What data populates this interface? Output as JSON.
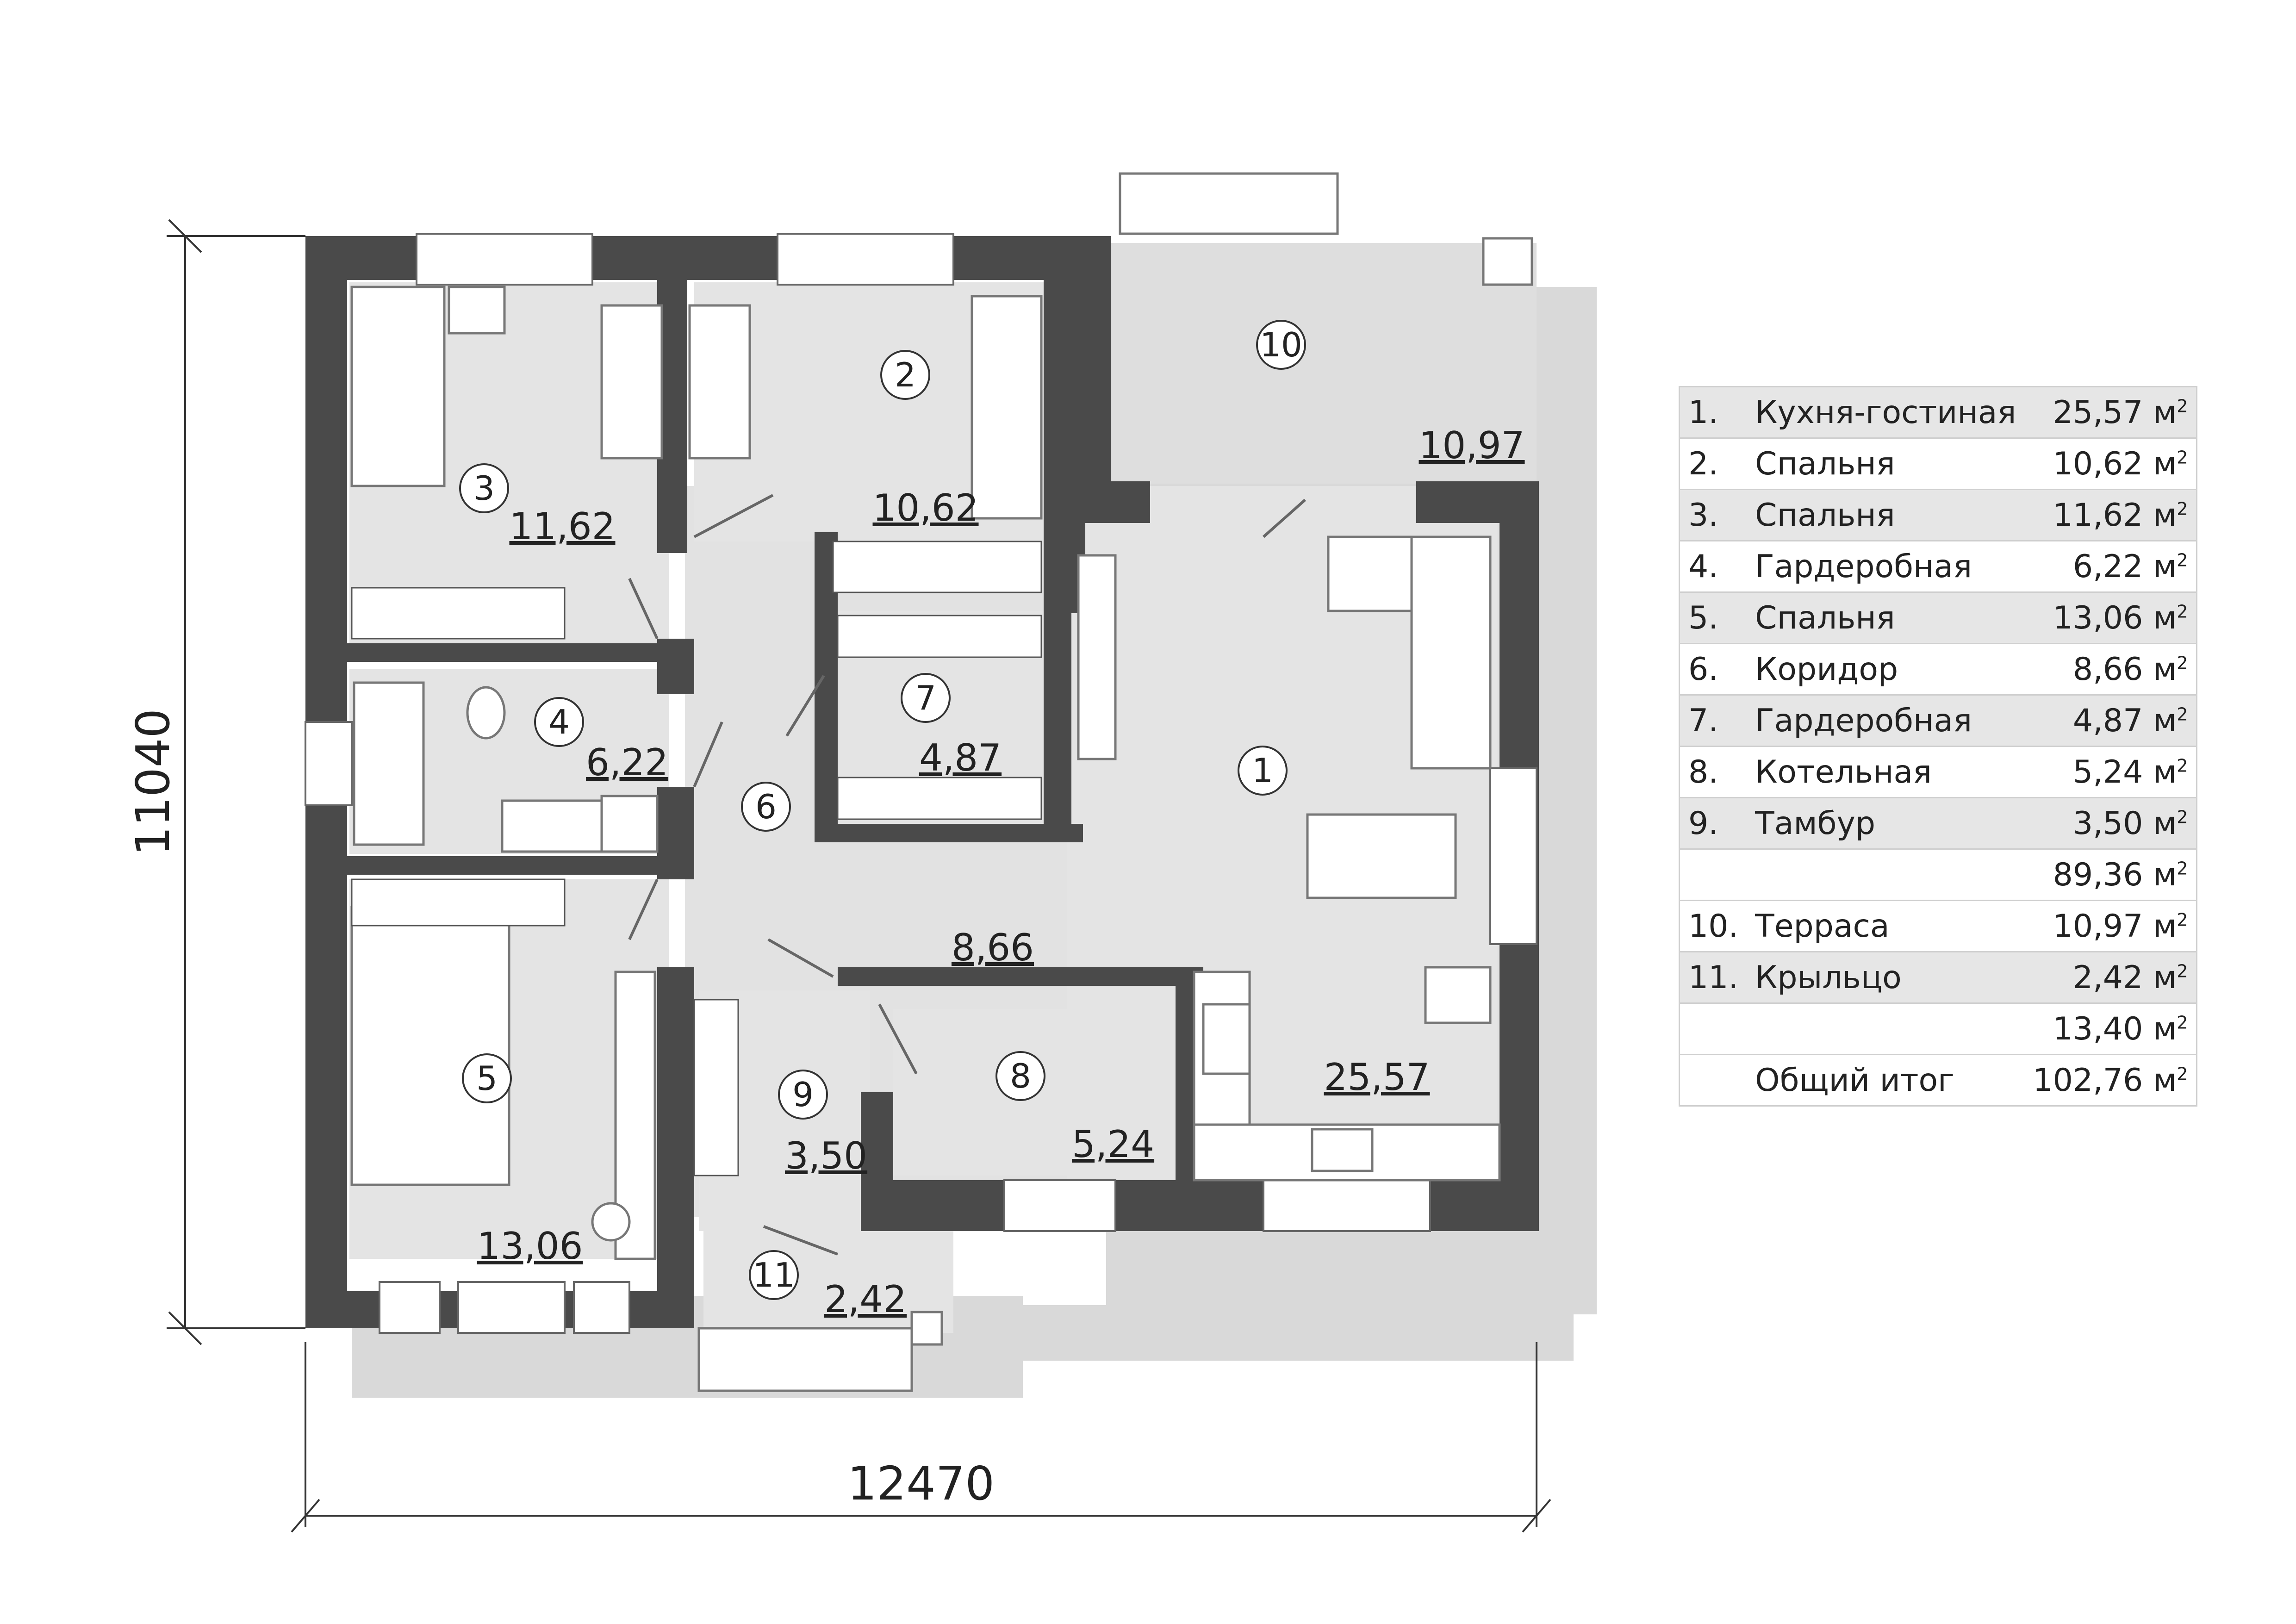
{
  "rooms": [
    {
      "num": "1",
      "area": "25,57"
    },
    {
      "num": "2",
      "area": "10,62"
    },
    {
      "num": "3",
      "area": "11,62"
    },
    {
      "num": "4",
      "area": "6,22"
    },
    {
      "num": "5",
      "area": "13,06"
    },
    {
      "num": "6",
      "area": "8,66"
    },
    {
      "num": "7",
      "area": "4,87"
    },
    {
      "num": "8",
      "area": "5,24"
    },
    {
      "num": "9",
      "area": "3,50"
    },
    {
      "num": "10",
      "area": "10,97"
    },
    {
      "num": "11",
      "area": "2,42"
    }
  ],
  "dimensions": {
    "width": "12470",
    "height": "11040"
  },
  "unit": "м",
  "unit_sup": "2",
  "legend": [
    {
      "idx": "1.",
      "name": "Кухня-гостиная",
      "value": "25,57",
      "shaded": true
    },
    {
      "idx": "2.",
      "name": "Спальня",
      "value": "10,62",
      "shaded": false
    },
    {
      "idx": "3.",
      "name": "Спальня",
      "value": "11,62",
      "shaded": true
    },
    {
      "idx": "4.",
      "name": "Гардеробная",
      "value": "6,22",
      "shaded": false
    },
    {
      "idx": "5.",
      "name": "Спальня",
      "value": "13,06",
      "shaded": true
    },
    {
      "idx": "6.",
      "name": "Коридор",
      "value": "8,66",
      "shaded": false
    },
    {
      "idx": "7.",
      "name": "Гардеробная",
      "value": "4,87",
      "shaded": true
    },
    {
      "idx": "8.",
      "name": "Котельная",
      "value": "5,24",
      "shaded": false
    },
    {
      "idx": "9.",
      "name": "Тамбур",
      "value": "3,50",
      "shaded": true
    },
    {
      "idx": "",
      "name": "",
      "value": "89,36",
      "shaded": false
    },
    {
      "idx": "10.",
      "name": "Терраса",
      "value": "10,97",
      "shaded": false
    },
    {
      "idx": "11.",
      "name": "Крыльцо",
      "value": "2,42",
      "shaded": true
    },
    {
      "idx": "",
      "name": "",
      "value": "13,40",
      "shaded": false
    },
    {
      "idx": "",
      "name": "Общий итог",
      "value": "102,76",
      "shaded": false
    }
  ]
}
